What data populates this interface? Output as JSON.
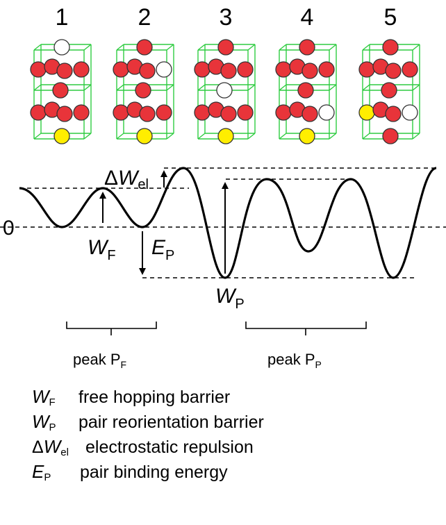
{
  "configurations": [
    {
      "label": "1",
      "vacancy": "top",
      "yellow": "bottom"
    },
    {
      "label": "2",
      "vacancy": "upper-right",
      "yellow": "bottom"
    },
    {
      "label": "3",
      "vacancy": "middle",
      "yellow": "bottom"
    },
    {
      "label": "4",
      "vacancy": "lower-right",
      "yellow": "bottom"
    },
    {
      "label": "5",
      "vacancy": "lower-right",
      "yellow": "lower-left"
    }
  ],
  "energy_labels": {
    "zero": "0",
    "delta": "Δ",
    "w": "W",
    "el_sub": "el",
    "wf_sym": "W",
    "wf_sub": "F",
    "ep_sym": "E",
    "ep_sub": "P",
    "wp_sym": "W",
    "wp_sub": "P"
  },
  "peaks": {
    "f_label": "peak P",
    "f_sub": "F",
    "p_label": "peak P",
    "p_sub": "P"
  },
  "legend": [
    {
      "sym": "W",
      "sub": "F",
      "desc": "free hopping barrier",
      "delta": ""
    },
    {
      "sym": "W",
      "sub": "P",
      "desc": "pair reorientation barrier",
      "delta": ""
    },
    {
      "sym": "W",
      "sub": "el",
      "desc": "electrostatic repulsion",
      "delta": "Δ"
    },
    {
      "sym": "E",
      "sub": "P",
      "desc": "pair binding energy",
      "delta": ""
    }
  ],
  "colors": {
    "atom_red": "#e8343a",
    "atom_yellow": "#ffee00",
    "cell_line": "#2ecc40",
    "vacancy": "#ffffff"
  }
}
